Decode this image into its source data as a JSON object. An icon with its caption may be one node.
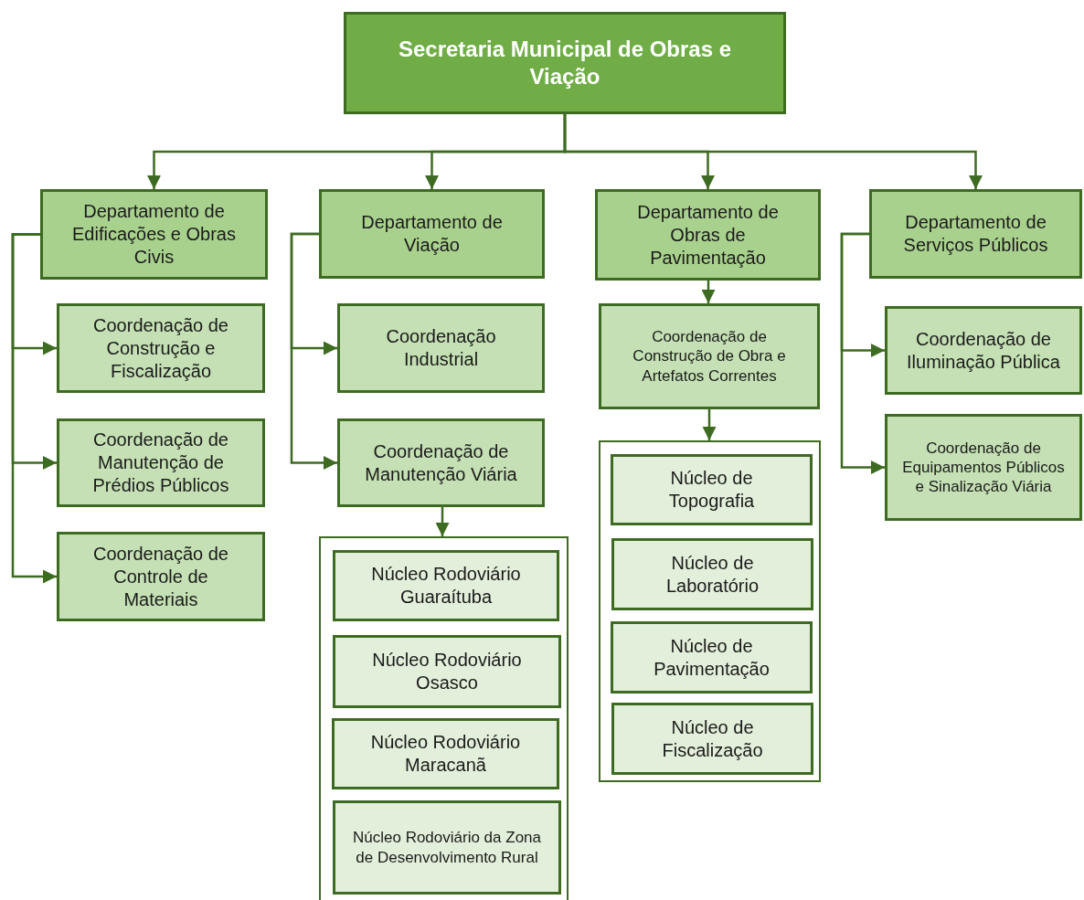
{
  "diagram": {
    "nodes": [
      {
        "text": [
          "Secretaria Municipal de Obras e Viação"
        ]
      },
      {
        "text": [
          "Departamento de Edificações e Obras Civis"
        ]
      },
      {
        "text": [
          "Departamento de Viação"
        ]
      },
      {
        "text": [
          "Departamento de Obras de Pavimentação"
        ]
      },
      {
        "text": [
          "Departamento de Serviços Públicos"
        ]
      },
      {
        "text": [
          "Coordenação de Construção e Fiscalização"
        ]
      },
      {
        "text": [
          "Coordenação de Manutenção de Prédios Públicos"
        ]
      },
      {
        "text": [
          "Coordenação de Controle de Materiais"
        ]
      },
      {
        "text": [
          "Coordenação Industrial"
        ]
      },
      {
        "text": [
          "Coordenação de Manutenção Viária"
        ]
      },
      {
        "text": [],
        "shape": "box"
      },
      {
        "text": [
          "Núcleo Rodoviário Guaraítuba"
        ],
        "in": 10
      },
      {
        "text": [
          "Núcleo Rodoviário Osasco"
        ],
        "in": 10
      },
      {
        "text": [
          "Núcleo Rodoviário Maracanã"
        ],
        "in": 10
      },
      {
        "text": [
          "Núcleo Rodoviário da Zona de Desenvolvimento Rural"
        ],
        "in": 10
      },
      {
        "text": [
          "Coordenação de Construção de Obra e Artefatos Correntes"
        ]
      },
      {
        "text": [],
        "shape": "box"
      },
      {
        "text": [
          "Núcleo de Topografia"
        ],
        "in": 16
      },
      {
        "text": [
          "Núcleo de Laboratório"
        ],
        "in": 16
      },
      {
        "text": [
          "Núcleo de Pavimentação"
        ],
        "in": 16
      },
      {
        "text": [
          "Núcleo de Fiscalização"
        ],
        "in": 16
      },
      {
        "text": [
          "Coordenação de Iluminação Pública"
        ]
      },
      {
        "text": [
          "Coordenação de Equipamentos Públicos e Sinalização Viária"
        ]
      }
    ],
    "edges": [
      {
        "from": 0,
        "to": 1,
        "arrow": "to"
      },
      {
        "from": 0,
        "to": 2,
        "arrow": "to"
      },
      {
        "from": 0,
        "to": 3,
        "arrow": "to"
      },
      {
        "from": 0,
        "to": 4,
        "arrow": "to"
      },
      {
        "from": 1,
        "to": 5,
        "arrow": "to"
      },
      {
        "from": 1,
        "to": 6,
        "arrow": "to"
      },
      {
        "from": 1,
        "to": 7,
        "arrow": "to"
      },
      {
        "from": 2,
        "to": 8,
        "arrow": "to"
      },
      {
        "from": 2,
        "to": 9,
        "arrow": "to"
      },
      {
        "from": 9,
        "to": 10,
        "arrow": "to"
      },
      {
        "from": 3,
        "to": 15,
        "arrow": "to"
      },
      {
        "from": 15,
        "to": 16,
        "arrow": "to"
      },
      {
        "from": 4,
        "to": 21,
        "arrow": "to"
      },
      {
        "from": 4,
        "to": 22,
        "arrow": "to"
      }
    ]
  }
}
